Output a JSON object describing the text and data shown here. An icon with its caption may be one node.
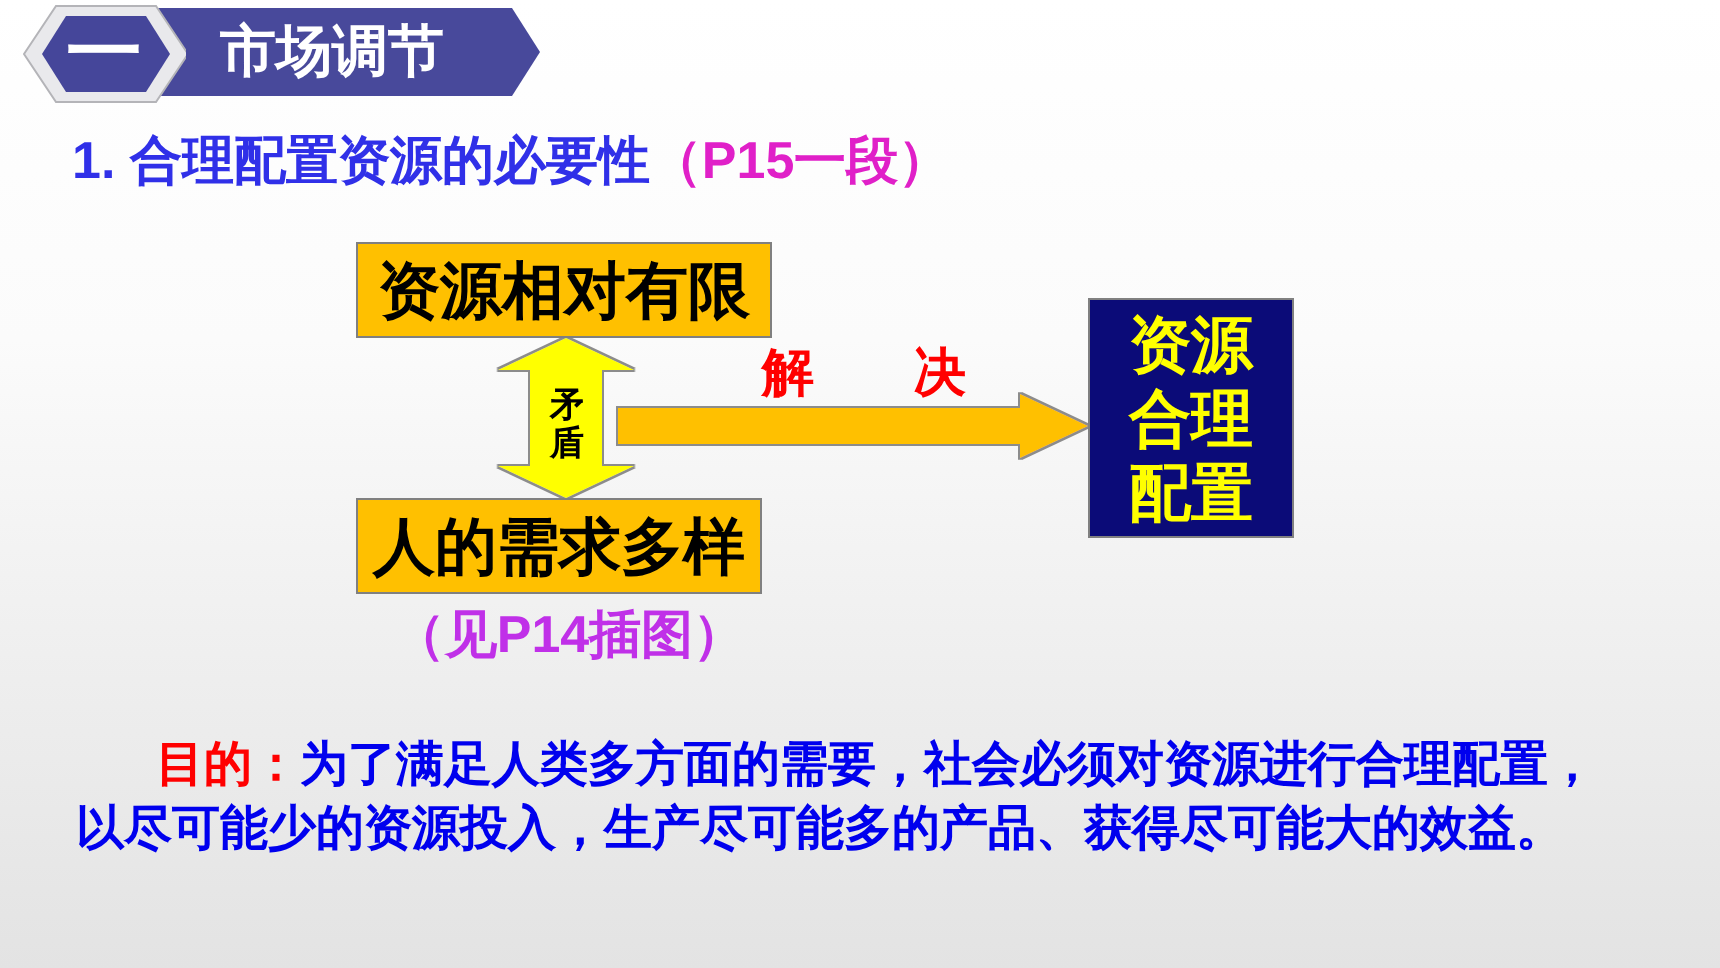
{
  "diagram": {
    "nodes": [
      {
        "text": [
          "一"
        ]
      },
      {
        "text": [
          "市场调节"
        ]
      },
      {
        "text": [
          "资源相对有限"
        ]
      },
      {
        "text": [
          "人的需求多样"
        ],
        "beside": [
          "（见P14插图）"
        ]
      },
      {
        "text": [
          "资源合理配置"
        ]
      }
    ],
    "edges": [
      {
        "from": 2,
        "to": 3,
        "arrow": "both",
        "label": "矛盾",
        "color": "#ffff00"
      },
      {
        "from": null,
        "to": 4,
        "arrow": "to",
        "label": "解决"
      }
    ],
    "labels": [
      "1. 合理配置资源的必要性",
      "（P15一段）",
      "目的：",
      "为了满足人类多方面的需要，社会必须对资源进行合理配置，以尽可能少的资源投入，生产尽可能多的产品、获得尽可能大的效益。"
    ]
  }
}
